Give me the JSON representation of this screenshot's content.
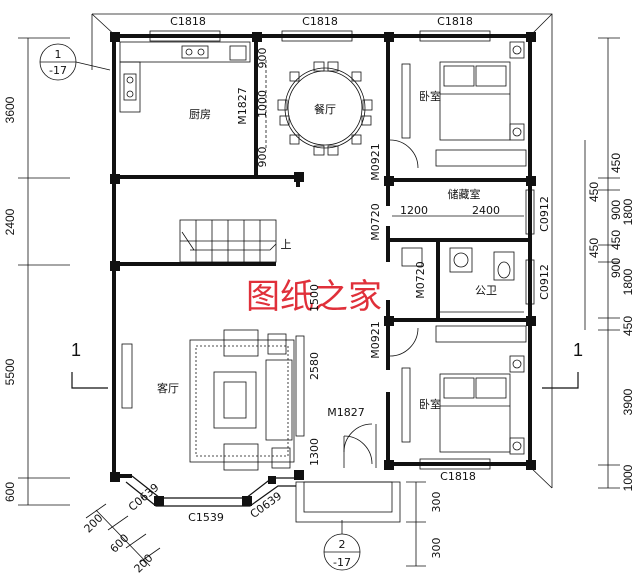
{
  "rooms": {
    "kitchen": "厨房",
    "dining": "餐厅",
    "bedroom_top": "卧室",
    "storage": "储藏室",
    "bathroom": "公卫",
    "living": "客厅",
    "bedroom_bottom": "卧室",
    "stairs_up": "上"
  },
  "watermark": "图纸之家",
  "window_labels": {
    "top_left": "C1818",
    "top_mid": "C1818",
    "top_right": "C1818",
    "bottom_right": "C1818",
    "bay_front": "C1539",
    "bay_left": "C0639",
    "bay_right": "C0639",
    "right_storage": "C0912",
    "right_bath": "C0912"
  },
  "door_labels": {
    "kitchen": "M1827",
    "bedroom_top": "M0921",
    "storage": "M0720",
    "bath": "M0720",
    "bedroom_bottom": "M0921",
    "entry": "M1827"
  },
  "left_dims": [
    "3600",
    "2400",
    "5500",
    "600"
  ],
  "right_dims": [
    "450",
    "900",
    "1800",
    "450",
    "900",
    "1800",
    "450",
    "3900",
    "1000"
  ],
  "right_small": [
    "450",
    "450"
  ],
  "inner_dims": {
    "d900_top": "900",
    "d1000": "1000",
    "d900_bot": "900",
    "d1200": "1200",
    "d2400": "2400",
    "d1500": "1500",
    "d2580": "2580",
    "d1300": "1300",
    "d300a": "300",
    "d300b": "300"
  },
  "bottom_dims": [
    "200",
    "600",
    "200"
  ],
  "section_marks": {
    "top_num": "1",
    "top_sub": "-17",
    "bottom_num": "2",
    "bottom_sub": "-17",
    "left": "1",
    "right": "1"
  }
}
